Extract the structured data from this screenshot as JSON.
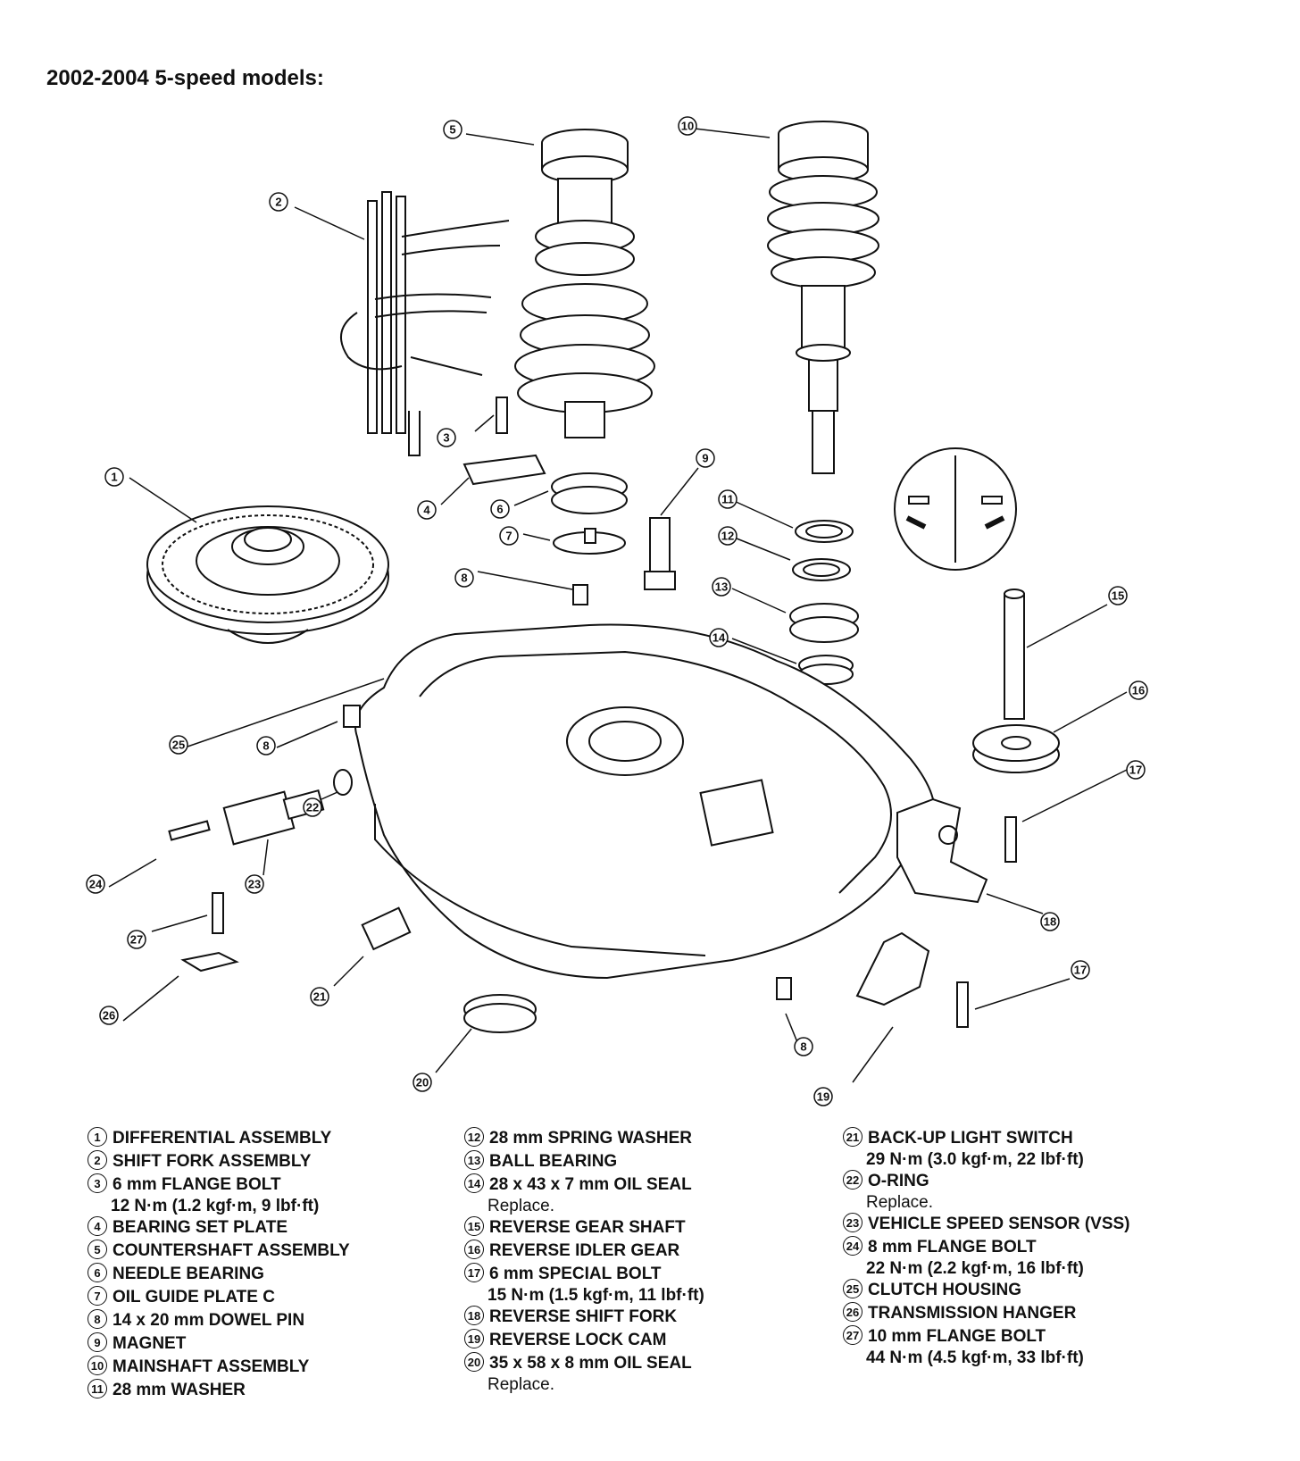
{
  "title": "2002-2004 5-speed models:",
  "legend": [
    {
      "n": "1",
      "label": "DIFFERENTIAL ASSEMBLY"
    },
    {
      "n": "2",
      "label": "SHIFT FORK ASSEMBLY"
    },
    {
      "n": "3",
      "label": "6 mm FLANGE BOLT",
      "spec": "12 N·m (1.2 kgf·m, 9 lbf·ft)"
    },
    {
      "n": "4",
      "label": "BEARING SET PLATE"
    },
    {
      "n": "5",
      "label": "COUNTERSHAFT ASSEMBLY"
    },
    {
      "n": "6",
      "label": "NEEDLE BEARING"
    },
    {
      "n": "7",
      "label": "OIL GUIDE PLATE C"
    },
    {
      "n": "8",
      "label": "14 x 20 mm DOWEL PIN"
    },
    {
      "n": "9",
      "label": "MAGNET"
    },
    {
      "n": "10",
      "label": "MAINSHAFT ASSEMBLY"
    },
    {
      "n": "11",
      "label": "28 mm WASHER"
    },
    {
      "n": "12",
      "label": "28 mm SPRING WASHER"
    },
    {
      "n": "13",
      "label": "BALL BEARING"
    },
    {
      "n": "14",
      "label": "28 x 43 x 7 mm OIL SEAL",
      "note": "Replace."
    },
    {
      "n": "15",
      "label": "REVERSE GEAR SHAFT"
    },
    {
      "n": "16",
      "label": "REVERSE IDLER GEAR"
    },
    {
      "n": "17",
      "label": "6 mm SPECIAL BOLT",
      "spec": "15 N·m (1.5 kgf·m, 11 lbf·ft)"
    },
    {
      "n": "18",
      "label": "REVERSE SHIFT FORK"
    },
    {
      "n": "19",
      "label": "REVERSE LOCK CAM"
    },
    {
      "n": "20",
      "label": "35 x 58 x 8 mm OIL SEAL",
      "note": "Replace."
    },
    {
      "n": "21",
      "label": "BACK-UP LIGHT SWITCH",
      "spec": "29 N·m (3.0 kgf·m, 22 lbf·ft)"
    },
    {
      "n": "22",
      "label": "O-RING",
      "note": "Replace."
    },
    {
      "n": "23",
      "label": "VEHICLE SPEED SENSOR (VSS)"
    },
    {
      "n": "24",
      "label": "8 mm FLANGE BOLT",
      "spec": "22 N·m (2.2 kgf·m, 16 lbf·ft)"
    },
    {
      "n": "25",
      "label": "CLUTCH HOUSING"
    },
    {
      "n": "26",
      "label": "TRANSMISSION HANGER"
    },
    {
      "n": "27",
      "label": "10 mm FLANGE BOLT",
      "spec": "44 N·m (4.5 kgf·m, 33 lbf·ft)"
    }
  ],
  "callouts": [
    "1",
    "2",
    "3",
    "4",
    "5",
    "6",
    "7",
    "8",
    "9",
    "10",
    "11",
    "12",
    "13",
    "14",
    "15",
    "16",
    "17",
    "18",
    "19",
    "20",
    "21",
    "22",
    "23",
    "24",
    "25",
    "26",
    "27"
  ]
}
